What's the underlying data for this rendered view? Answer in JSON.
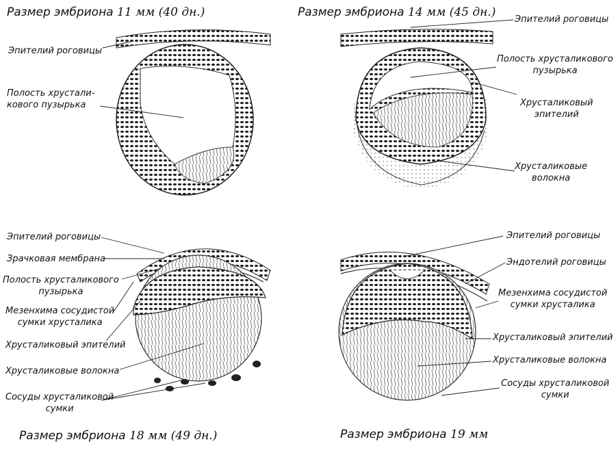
{
  "panels": [
    {
      "title": "Размер эмбриона",
      "size": "11 мм",
      "age": "(40 дн.)",
      "labels": [
        "Эпителий роговицы",
        "Полость хрустали-\nкового пузырька"
      ]
    },
    {
      "title": "Размер эмбриона",
      "size": "14 мм",
      "age": "(45 дн.)",
      "labels": [
        "Эпителий роговицы",
        "Полость хрусталикового\nпузырька",
        "Хрусталиковый\nэпителий",
        "Хрусталиковые\nволокна"
      ]
    },
    {
      "title": "Размер эмбриона",
      "size": "18 мм",
      "age": "(49 дн.)",
      "labels": [
        "Эпителий роговицы",
        "Зрачковая мембрана",
        "Полость хрусталикового\nпузырька",
        "Мезенхима сосудистой\nсумки хрусталика",
        "Хрусталиковый эпителий",
        "Хрусталиковые волокна",
        "Сосуды хрусталиковой\nсумки"
      ]
    },
    {
      "title": "Размер эмбриона",
      "size": "19 мм",
      "age": "",
      "labels": [
        "Эпителий роговицы",
        "Эндотелий роговицы",
        "Мезенхима сосудистой\nсумки хрусталика",
        "Хрусталиковый эпителий",
        "Хрусталиковые волокна",
        "Сосуды хрусталиковой\nсумки"
      ]
    }
  ],
  "colors": {
    "ink": "#1a1a1a",
    "tissue": "#2b2b2b",
    "fiber": "#6b6b6b"
  }
}
